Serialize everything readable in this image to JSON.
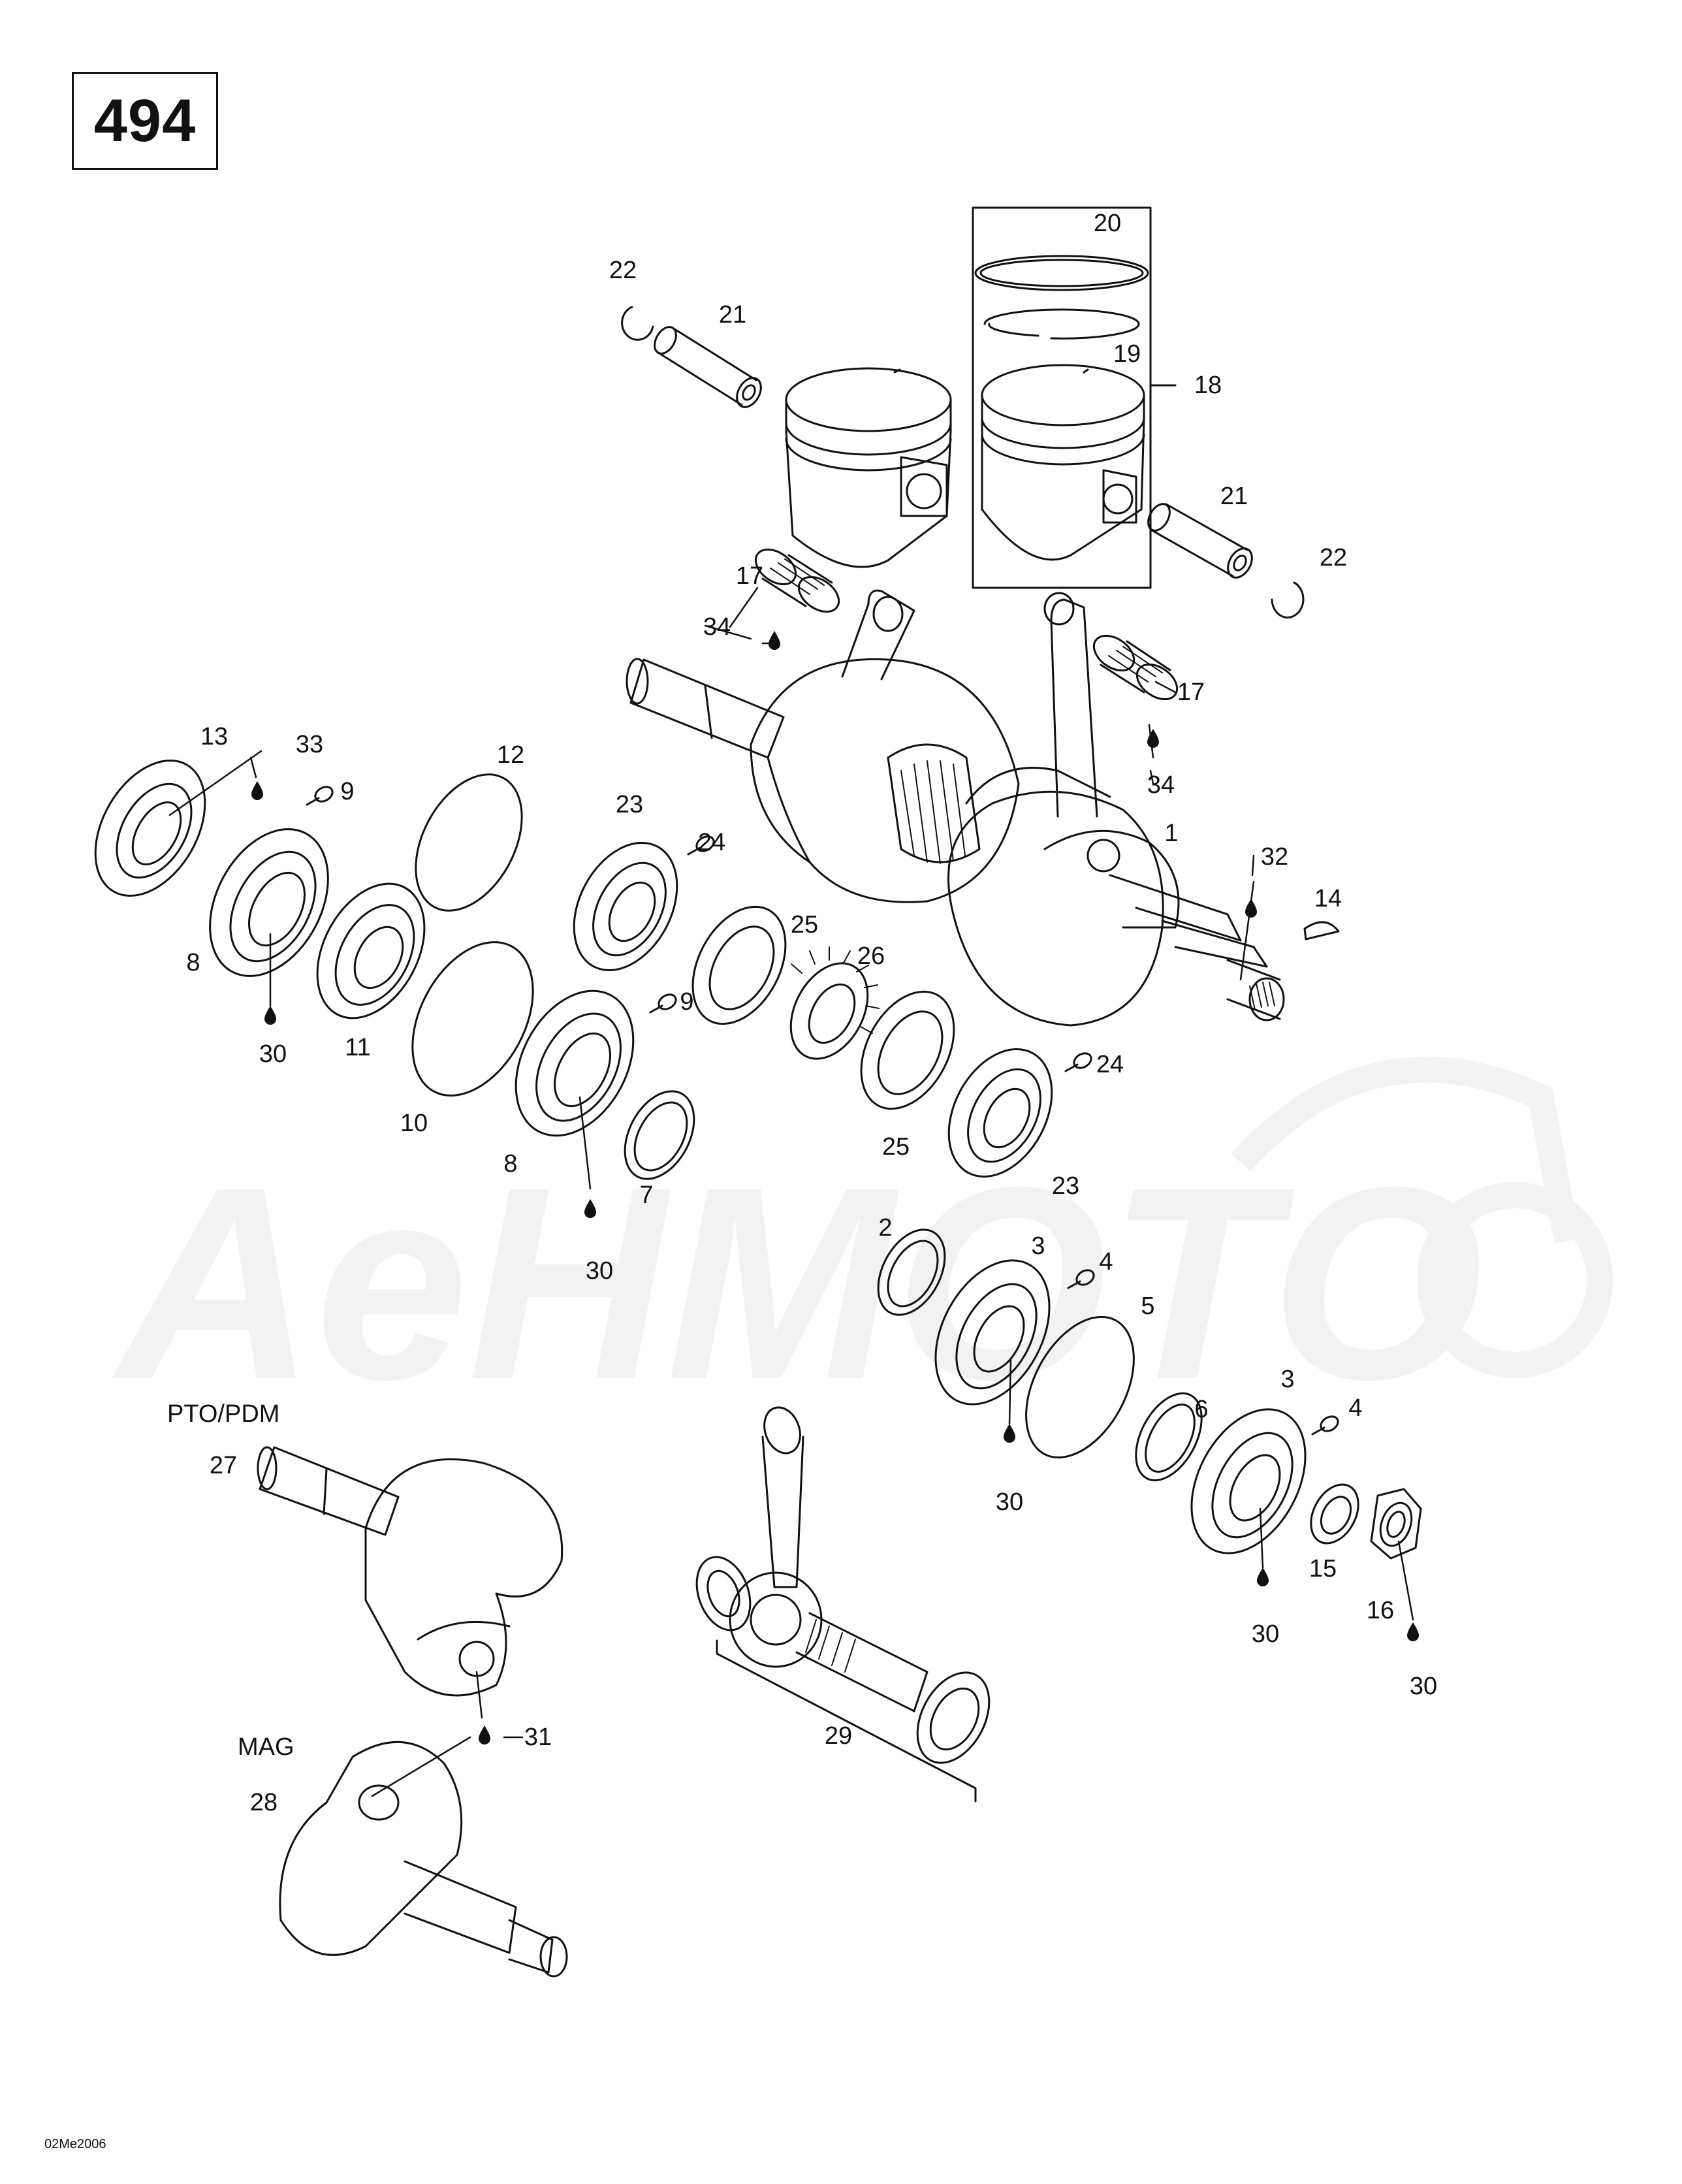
{
  "diagram_number": "494",
  "drawing_code": "02Me2006",
  "group_labels": {
    "pto": "PTO/PDM",
    "mag": "MAG"
  },
  "watermark": "AeHMOTO",
  "callouts": [
    {
      "id": "c1",
      "label": "1"
    },
    {
      "id": "c2",
      "label": "2"
    },
    {
      "id": "c3a",
      "label": "3"
    },
    {
      "id": "c3b",
      "label": "3"
    },
    {
      "id": "c4a",
      "label": "4"
    },
    {
      "id": "c4b",
      "label": "4"
    },
    {
      "id": "c5",
      "label": "5"
    },
    {
      "id": "c6",
      "label": "6"
    },
    {
      "id": "c7",
      "label": "7"
    },
    {
      "id": "c8a",
      "label": "8"
    },
    {
      "id": "c8b",
      "label": "8"
    },
    {
      "id": "c9a",
      "label": "9"
    },
    {
      "id": "c9b",
      "label": "9"
    },
    {
      "id": "c10",
      "label": "10"
    },
    {
      "id": "c11",
      "label": "11"
    },
    {
      "id": "c12",
      "label": "12"
    },
    {
      "id": "c13",
      "label": "13"
    },
    {
      "id": "c14",
      "label": "14"
    },
    {
      "id": "c15",
      "label": "15"
    },
    {
      "id": "c16",
      "label": "16"
    },
    {
      "id": "c17a",
      "label": "17"
    },
    {
      "id": "c17b",
      "label": "17"
    },
    {
      "id": "c18",
      "label": "18"
    },
    {
      "id": "c19",
      "label": "19"
    },
    {
      "id": "c20",
      "label": "20"
    },
    {
      "id": "c21a",
      "label": "21"
    },
    {
      "id": "c21b",
      "label": "21"
    },
    {
      "id": "c22a",
      "label": "22"
    },
    {
      "id": "c22b",
      "label": "22"
    },
    {
      "id": "c23a",
      "label": "23"
    },
    {
      "id": "c23b",
      "label": "23"
    },
    {
      "id": "c24a",
      "label": "24"
    },
    {
      "id": "c24b",
      "label": "24"
    },
    {
      "id": "c25a",
      "label": "25"
    },
    {
      "id": "c25b",
      "label": "25"
    },
    {
      "id": "c26",
      "label": "26"
    },
    {
      "id": "c27",
      "label": "27"
    },
    {
      "id": "c28",
      "label": "28"
    },
    {
      "id": "c29",
      "label": "29"
    },
    {
      "id": "c30a",
      "label": "30"
    },
    {
      "id": "c30b",
      "label": "30"
    },
    {
      "id": "c30c",
      "label": "30"
    },
    {
      "id": "c30d",
      "label": "30"
    },
    {
      "id": "c30e",
      "label": "30"
    },
    {
      "id": "c31",
      "label": "31"
    },
    {
      "id": "c32",
      "label": "32"
    },
    {
      "id": "c33",
      "label": "33"
    },
    {
      "id": "c34a",
      "label": "34"
    },
    {
      "id": "c34b",
      "label": "34"
    }
  ]
}
